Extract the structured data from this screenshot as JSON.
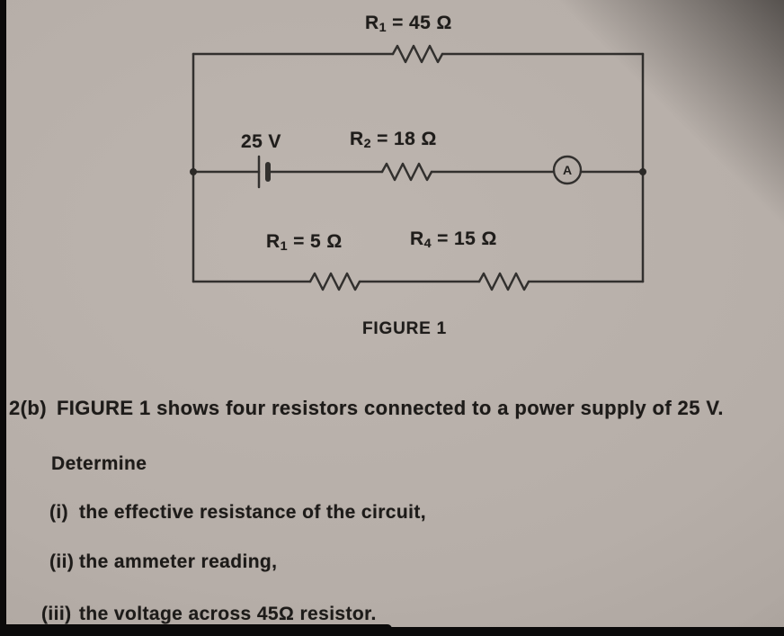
{
  "figure": {
    "caption": "FIGURE 1",
    "battery_label": "25 V",
    "ammeter_label": "A",
    "resistors": {
      "top": {
        "name": "R",
        "sub": "1",
        "value": " = 45 Ω"
      },
      "middle": {
        "name": "R",
        "sub": "2",
        "value": " = 18 Ω"
      },
      "bottom_left": {
        "name": "R",
        "sub": "1",
        "value": " = 5 Ω"
      },
      "bottom_right": {
        "name": "R",
        "sub": "4",
        "value": " = 15 Ω"
      }
    }
  },
  "question": {
    "number": "2(b)",
    "intro": "FIGURE 1 shows four resistors connected to a power supply of 25 V.",
    "determine": "Determine",
    "items": [
      {
        "label": "(i)",
        "text": "the effective resistance of the circuit,"
      },
      {
        "label": "(ii)",
        "text": "the ammeter reading,"
      },
      {
        "label": "(iii)",
        "text": "the voltage across 45Ω resistor."
      }
    ]
  },
  "colors": {
    "background": "#b6aea8",
    "ink": "#1f1d1b",
    "wire": "#32302e",
    "edge": "#0b0a0a"
  }
}
